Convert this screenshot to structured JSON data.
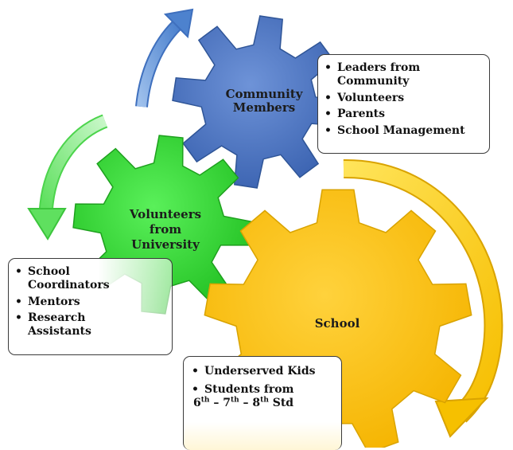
{
  "gears": {
    "community": {
      "label_line1": "Community",
      "label_line2": "Members",
      "color": "#4472C4"
    },
    "university": {
      "label_line1": "Volunteers",
      "label_line2": "from",
      "label_line3": "University",
      "color": "#33D633"
    },
    "school": {
      "label": "School",
      "color": "#FFC000"
    }
  },
  "arrows": {
    "blue": "#5B8FD6",
    "green": "#7CEB7C",
    "yellow": "#FFD21F"
  },
  "community_box": {
    "items": [
      "Leaders from Community",
      "Volunteers",
      "Parents",
      "School Management"
    ]
  },
  "university_box": {
    "items": [
      "School Coordinators",
      "Mentors",
      "Research Assistants"
    ]
  },
  "school_box": {
    "item1": "Underserved Kids",
    "item2_line1": "Students from",
    "item2_n6": "6",
    "item2_sup6": "th",
    "item2_sep1": " – ",
    "item2_n7": "7",
    "item2_sup7": "th",
    "item2_sep2": " – ",
    "item2_n8": "8",
    "item2_sup8": "th",
    "item2_tail": " Std"
  }
}
